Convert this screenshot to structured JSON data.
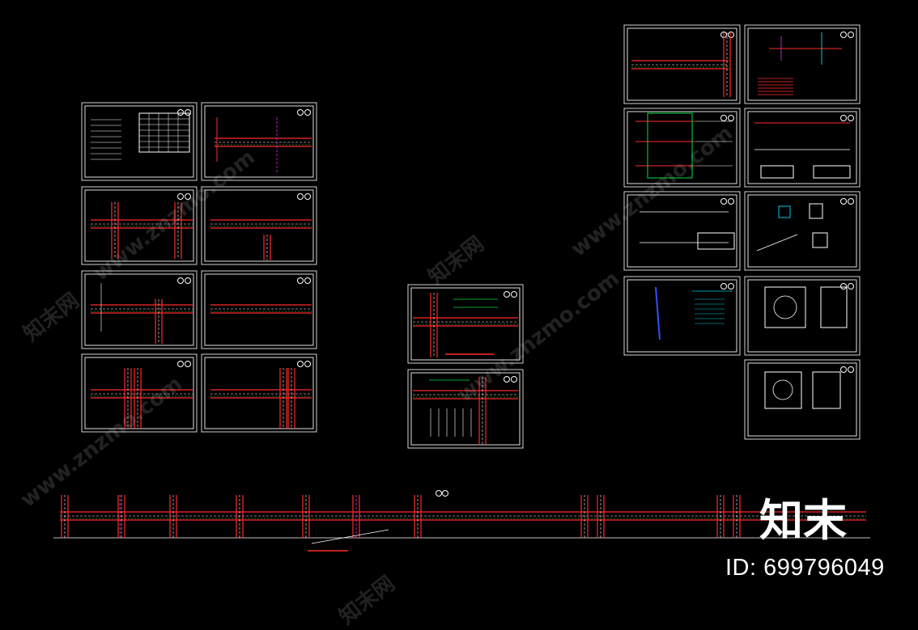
{
  "watermark": {
    "cn": "知末网",
    "latin": "www.znzmo.com",
    "logo_text": "知末",
    "id_label": "ID: 699796049"
  },
  "colors": {
    "background": "#000000",
    "frame": "#d8d8d8",
    "red": "#ff2a2a",
    "green": "#00e040",
    "magenta": "#c020c0",
    "cyan": "#00c8e0",
    "yellow": "#e6d200",
    "blue": "#3050ff",
    "white": "#ffffff"
  },
  "icons": [
    "sheet-number-badge-icon",
    "north-arrow-icon"
  ]
}
